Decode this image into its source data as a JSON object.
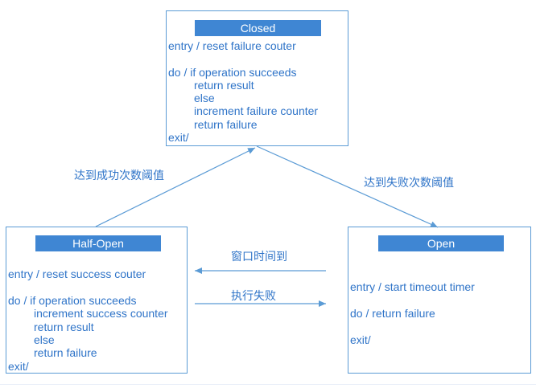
{
  "states": {
    "closed": {
      "title": "Closed",
      "lines": [
        "entry / reset failure couter",
        "do / if operation succeeds",
        "return result",
        "else",
        "increment failure counter",
        "return failure",
        "exit/"
      ]
    },
    "half_open": {
      "title": "Half-Open",
      "lines": [
        "entry / reset success couter",
        "do / if operation succeeds",
        "increment success counter",
        "return result",
        "else",
        "return failure",
        "exit/"
      ]
    },
    "open": {
      "title": "Open",
      "lines": [
        "entry / start timeout timer",
        "do / return failure",
        "exit/"
      ]
    }
  },
  "transitions": {
    "half_open_to_closed": "达到成功次数阈值",
    "closed_to_open": "达到失败次数阈值",
    "open_to_half_open": "窗口时间到",
    "half_open_to_open": "执行失败"
  },
  "colors": {
    "border": "#5b9bd5",
    "title_bg": "#3f86d3",
    "text": "#2f74c8",
    "arrow": "#5b9bd5"
  }
}
